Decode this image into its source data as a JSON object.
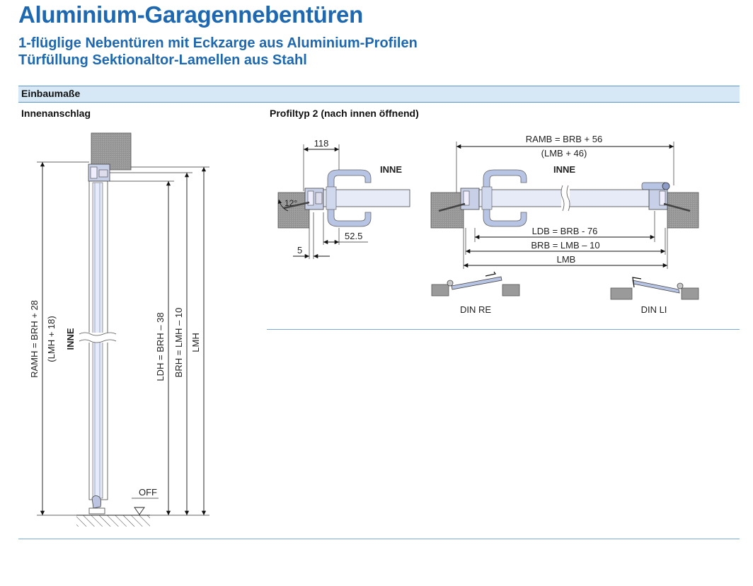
{
  "header": {
    "title": "Aluminium-Garagennebentüren",
    "subtitle_line1": "1-flüglige Nebentüren mit Eckzarge aus Aluminium-Profilen",
    "subtitle_line2": "Türfüllung Sektionaltor-Lamellen aus Stahl"
  },
  "section": {
    "label": "Einbaumaße"
  },
  "left_diagram": {
    "heading": "Innenanschlag",
    "labels": {
      "ramh": "RAMH = BRH + 28",
      "lmh18": "(LMH + 18)",
      "inne": "INNE",
      "ldh": "LDH = BRH – 38",
      "brh": "BRH = LMH – 10",
      "lmh": "LMH",
      "off": "OFF"
    }
  },
  "right_diagram": {
    "heading": "Profiltyp 2 (nach innen öffnend)",
    "labels": {
      "d118": "118",
      "inne": "INNE",
      "angle": "12°",
      "d52": "52.5",
      "d5": "5",
      "ramb": "RAMB = BRB + 56",
      "lmb46": "(LMB + 46)",
      "inne2": "INNE",
      "ldb": "LDB = BRB - 76",
      "brb": "BRB = LMB – 10",
      "lmb": "LMB",
      "din_re": "DIN RE",
      "din_li": "DIN LI"
    }
  },
  "colors": {
    "brand_blue": "#1d68b0",
    "bar_fill": "#d6e7f6",
    "rule_blue": "#7aaad8",
    "wall_gray": "#9a9a9a",
    "handle_fill": "#b7c4e3",
    "door_fill": "#e7ebf7"
  }
}
